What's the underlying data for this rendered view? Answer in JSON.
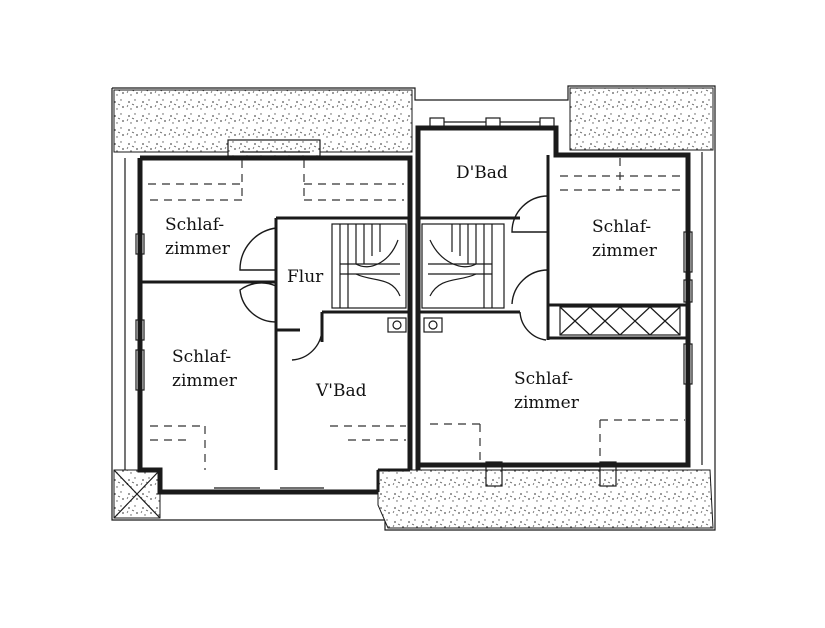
{
  "colors": {
    "ink": "#1a1a1a",
    "paper": "#ffffff",
    "hatch": "#555555"
  },
  "rooms": {
    "schlafzimmer_top_left": [
      "Schlaf-",
      "zimmer"
    ],
    "flur": "Flur",
    "schlafzimmer_bottom_left": [
      "Schlaf-",
      "zimmer"
    ],
    "vbad": "V'Bad",
    "dbad": "D'Bad",
    "schlafzimmer_top_right": [
      "Schlaf-",
      "zimmer"
    ],
    "schlafzimmer_bottom_right": [
      "Schlaf-",
      "zimmer"
    ]
  }
}
